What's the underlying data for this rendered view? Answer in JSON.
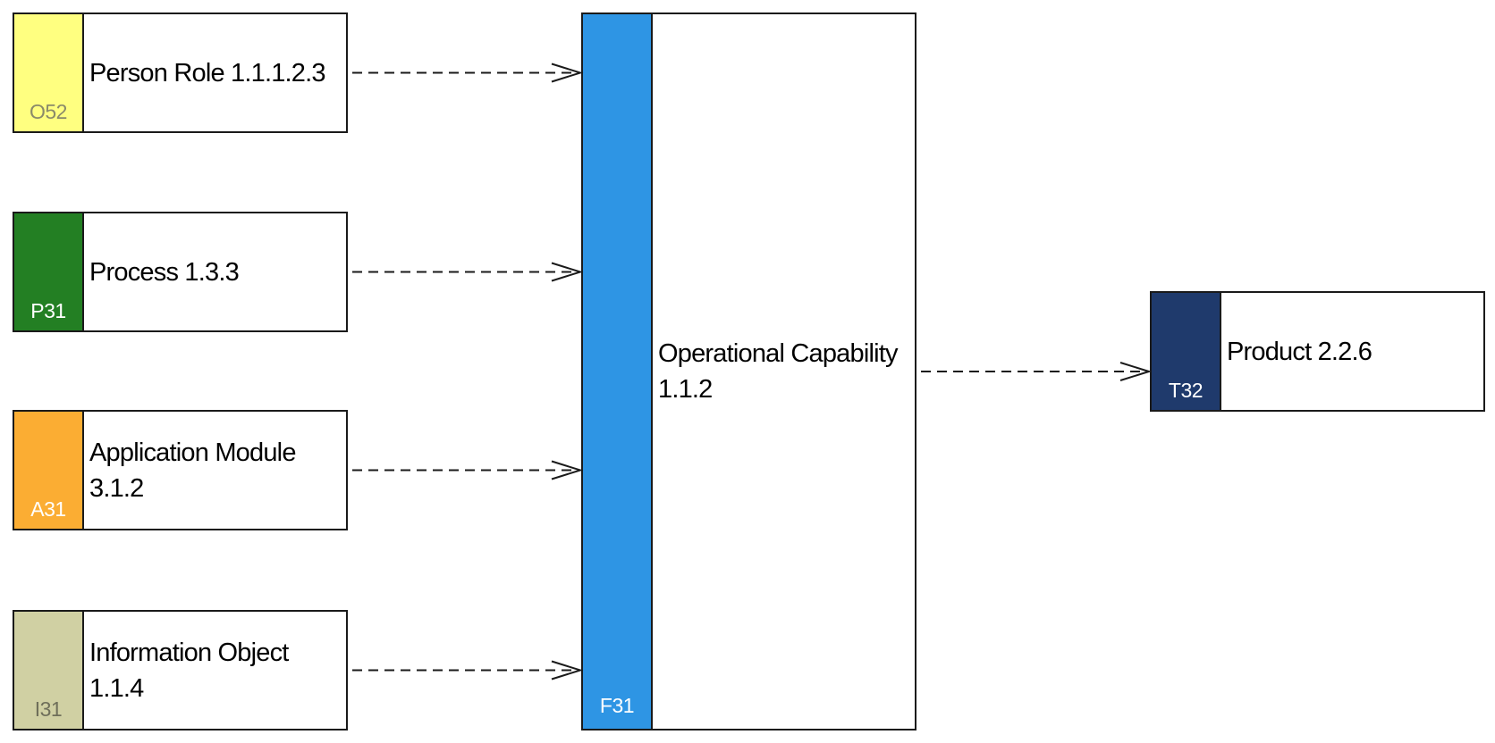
{
  "nodes": {
    "o52": {
      "code": "O52",
      "lines": [
        "Person Role 1.1.1.2.3"
      ],
      "color": "#ffff80",
      "code_color": "#8a8a6a"
    },
    "p31": {
      "code": "P31",
      "lines": [
        "Process 1.3.3"
      ],
      "color": "#237f23",
      "code_color": "#ffffff"
    },
    "a31": {
      "code": "A31",
      "lines": [
        "Application Module",
        "3.1.2"
      ],
      "color": "#fbad33",
      "code_color": "#ffffff"
    },
    "i31": {
      "code": "I31",
      "lines": [
        "Information Object",
        "1.1.4"
      ],
      "color": "#d0d0a3",
      "code_color": "#6f6f5a"
    },
    "f31": {
      "code": "F31",
      "lines": [
        "Operational Capability",
        "1.1.2"
      ],
      "color": "#2e95e4",
      "code_color": "#ffffff"
    },
    "t32": {
      "code": "T32",
      "lines": [
        "Product 2.2.6"
      ],
      "color": "#1f3a6c",
      "code_color": "#ffffff"
    }
  },
  "edges": [
    {
      "from": "o52",
      "to": "f31",
      "style": "dashed"
    },
    {
      "from": "p31",
      "to": "f31",
      "style": "dashed"
    },
    {
      "from": "a31",
      "to": "f31",
      "style": "dashed"
    },
    {
      "from": "i31",
      "to": "f31",
      "style": "dashed"
    },
    {
      "from": "f31",
      "to": "t32",
      "style": "dashed"
    }
  ]
}
